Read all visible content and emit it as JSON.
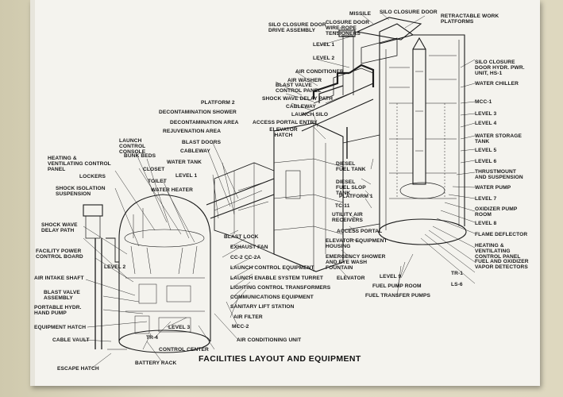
{
  "title": "FACILITIES LAYOUT AND EQUIPMENT",
  "labels": {
    "missile": "MISSILE",
    "silo_closure_door": "SILO CLOSURE DOOR",
    "retractable_work_platforms": "RETRACTABLE WORK PLATFORMS",
    "silo_closure_door_drive_assembly": "SILO CLOSURE DOOR DRIVE ASSEMBLY",
    "closure_door_wire_rope_tensioners": "CLOSURE DOOR WIRE-ROPE TENSIONERS",
    "level_1_silo": "LEVEL 1",
    "level_2_silo": "LEVEL 2",
    "silo_closure_door_hydr": "SILO CLOSURE DOOR HYDR. PWR. UNIT, HS-1",
    "air_conditioner": "AIR CONDITIONER",
    "air_washer": "AIR WASHER",
    "water_chiller": "WATER CHILLER",
    "blast_valve_control_panel": "BLAST VALVE CONTROL PANEL",
    "shock_wave_delay_path_top": "SHOCK WAVE DELAY PATH",
    "cableway_top": "CABLEWAY",
    "launch_silo": "LAUNCH SILO",
    "access_portal_entry": "ACCESS PORTAL ENTRY",
    "elevator_hatch": "ELEVATOR HATCH",
    "mcc_1": "MCC-1",
    "level_3_silo": "LEVEL 3",
    "level_4_silo": "LEVEL 4",
    "platform_2": "PLATFORM 2",
    "decontamination_shower": "DECONTAMINATION SHOWER",
    "decontamination_area": "DECONTAMINATION AREA",
    "rejuvenation_area": "REJUVENATION AREA",
    "water_storage_tank": "WATER STORAGE TANK",
    "launch_control_console": "LAUNCH CONTROL CONSOLE",
    "blast_doors": "BLAST DOORS",
    "level_5_silo": "LEVEL 5",
    "bunk_beds": "BUNK BEDS",
    "cableway_mid": "CABLEWAY",
    "level_6_silo": "LEVEL 6",
    "heating_ventilating_control_panel_left": "HEATING & VENTILATING CONTROL PANEL",
    "water_tank": "WATER TANK",
    "closet": "CLOSET",
    "diesel_fuel_tank": "DIESEL FUEL TANK",
    "thrustmount_and_suspension": "THRUSTMOUNT AND SUSPENSION",
    "lockers": "LOCKERS",
    "level_1_lcc": "LEVEL 1",
    "toilet": "TOILET",
    "diesel_fuel_slop_tank": "DIESEL FUEL SLOP TANK",
    "water_pump": "WATER PUMP",
    "shock_isolation_suspension": "SHOCK ISOLATION SUSPENSION",
    "water_heater": "WATER HEATER",
    "platform_1": "PLATFORM 1",
    "level_7_silo": "LEVEL 7",
    "tc_11": "TC-11",
    "oxidizer_pump_room": "OXIDIZER PUMP ROOM",
    "utility_air_receivers": "UTILITY AIR RECEIVERS",
    "shock_wave_delay_path_left": "SHOCK WAVE DELAY PATH",
    "level_8_silo": "LEVEL 8",
    "access_portal": "ACCESS PORTAL",
    "flame_deflector": "FLAME DEFLECTOR",
    "blast_lock": "BLAST LOCK",
    "elevator_equipment_housing": "ELEVATOR EQUIPMENT HOUSING",
    "heating_ventilating_control_panel_right": "HEATING & VENTILATING CONTROL PANEL",
    "exhaust_fan": "EXHAUST FAN",
    "facility_power_control_board": "FACILITY POWER CONTROL BOARD",
    "cc2_cc2a": "CC-2  CC-2A",
    "emergency_shower": "EMERGENCY SHOWER AND EYE WASH FOUNTAIN",
    "fuel_and_oxidizer_vapor_detectors": "FUEL AND OXIDIZER VAPOR DETECTORS",
    "launch_control_equipment": "LAUNCH CONTROL EQUIPMENT",
    "tr_1": "TR-1",
    "air_intake_shaft": "AIR INTAKE SHAFT",
    "level_2_lcc": "LEVEL 2",
    "launch_enable_system_turret": "LAUNCH ENABLE SYSTEM TURRET",
    "elevator": "ELEVATOR",
    "level_9_silo": "LEVEL 9",
    "ls_6": "LS-6",
    "lighting_control_transformers": "LIGHTING CONTROL TRANSFORMERS",
    "fuel_pump_room": "FUEL PUMP ROOM",
    "blast_valve_assembly": "BLAST VALVE ASSEMBLY",
    "communications_equipment": "COMMUNICATIONS EQUIPMENT",
    "fuel_transfer_pumps": "FUEL TRANSFER PUMPS",
    "portable_hydr_hand_pump": "PORTABLE HYDR. HAND PUMP",
    "sanitary_lift_station": "SANITARY LIFT STATION",
    "air_filter": "AIR FILTER",
    "equipment_hatch": "EQUIPMENT HATCH",
    "level_3_lcc": "LEVEL 3",
    "mcc_2": "MCC-2",
    "cable_vault": "CABLE VAULT",
    "tr_4": "TR-4",
    "air_conditioning_unit": "AIR CONDITIONING UNIT",
    "control_center": "CONTROL CENTER",
    "escape_hatch": "ESCAPE HATCH",
    "battery_rack": "BATTERY RACK"
  }
}
